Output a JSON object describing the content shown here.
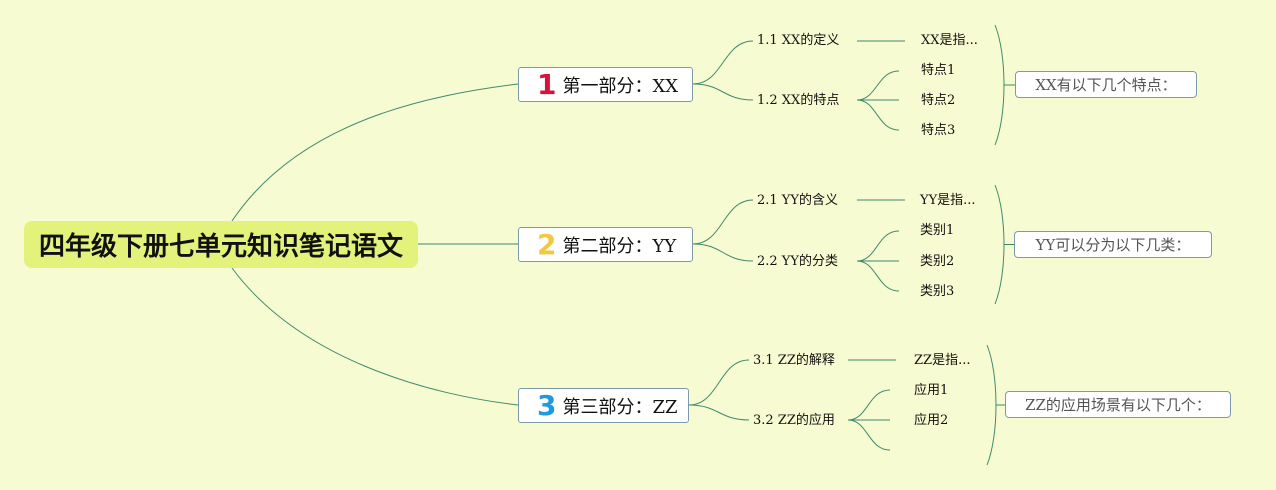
{
  "root": {
    "label": "四年级下册七单元知识笔记语文"
  },
  "sections": [
    {
      "num": "1",
      "num_color": "#d6133a",
      "label": "第一部分：XX",
      "summary": "XX有以下几个特点：",
      "subs": [
        {
          "label": "1.1 XX的定义",
          "children": [
            "XX是指..."
          ]
        },
        {
          "label": "1.2 XX的特点",
          "children": [
            "特点1",
            "特点2",
            "特点3"
          ]
        }
      ]
    },
    {
      "num": "2",
      "num_color": "#f2c842",
      "label": "第二部分：YY",
      "summary": "YY可以分为以下几类：",
      "subs": [
        {
          "label": "2.1 YY的含义",
          "children": [
            "YY是指..."
          ]
        },
        {
          "label": "2.2 YY的分类",
          "children": [
            "类别1",
            "类别2",
            "类别3"
          ]
        }
      ]
    },
    {
      "num": "3",
      "num_color": "#1e9ae0",
      "label": "第三部分：ZZ",
      "summary": "ZZ的应用场景有以下几个：",
      "subs": [
        {
          "label": "3.1 ZZ的解释",
          "children": [
            "ZZ是指..."
          ]
        },
        {
          "label": "3.2 ZZ的应用",
          "children": [
            "应用1",
            "应用2",
            ""
          ]
        }
      ]
    }
  ],
  "colors": {
    "background": "#f7fbd1",
    "root_fill": "#e2f27a",
    "line": "#3f8a6e",
    "border": "#7d9aa8"
  }
}
